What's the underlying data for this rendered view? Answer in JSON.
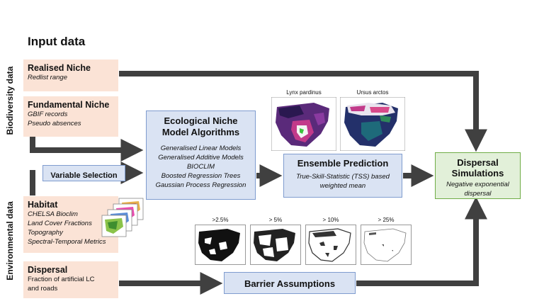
{
  "header": {
    "title": "Input data"
  },
  "side_labels": {
    "biodiversity": "Biodiversity data",
    "environmental": "Environmental data"
  },
  "realised": {
    "title": "Realised Niche",
    "items": [
      "Redlist range"
    ]
  },
  "fundamental": {
    "title": "Fundamental Niche",
    "items": [
      "GBIF records",
      "Pseudo absences"
    ]
  },
  "variable_selection": {
    "label": "Variable Selection"
  },
  "habitat": {
    "title": "Habitat",
    "items": [
      "CHELSA Bioclim",
      "Land Cover Fractions",
      "Topography",
      "Spectral-Temporal Metrics"
    ]
  },
  "dispersal_input": {
    "title": "Dispersal",
    "text_line1": "Fraction of artificial LC",
    "text_line2": "and roads"
  },
  "enm": {
    "title_line1": "Ecological Niche",
    "title_line2": "Model Algorithms",
    "items": [
      "Generalised Linear Models",
      "Generalised Additive Models",
      "BIOCLIM",
      "Boosted Regression Trees",
      "Gaussian Process Regression"
    ]
  },
  "species": [
    {
      "name": "Lynx pardinus"
    },
    {
      "name": "Ursus arctos"
    }
  ],
  "ensemble": {
    "title": "Ensemble Prediction",
    "line1": "True-Skill-Statistic (TSS) based",
    "line2": "weighted mean"
  },
  "dispersal_sim": {
    "title_line1": "Dispersal",
    "title_line2": "Simulations",
    "line1": "Negative exponential",
    "line2": "dispersal"
  },
  "thresholds": [
    {
      "label": ">2.5%"
    },
    {
      "label": "> 5%"
    },
    {
      "label": "> 10%"
    },
    {
      "label": "> 25%"
    }
  ],
  "barrier": {
    "title": "Barrier Assumptions"
  },
  "colors": {
    "peach": "#fbe3d6",
    "blue": "#dae3f3",
    "green": "#e2f0d9",
    "arrow": "#404040"
  }
}
